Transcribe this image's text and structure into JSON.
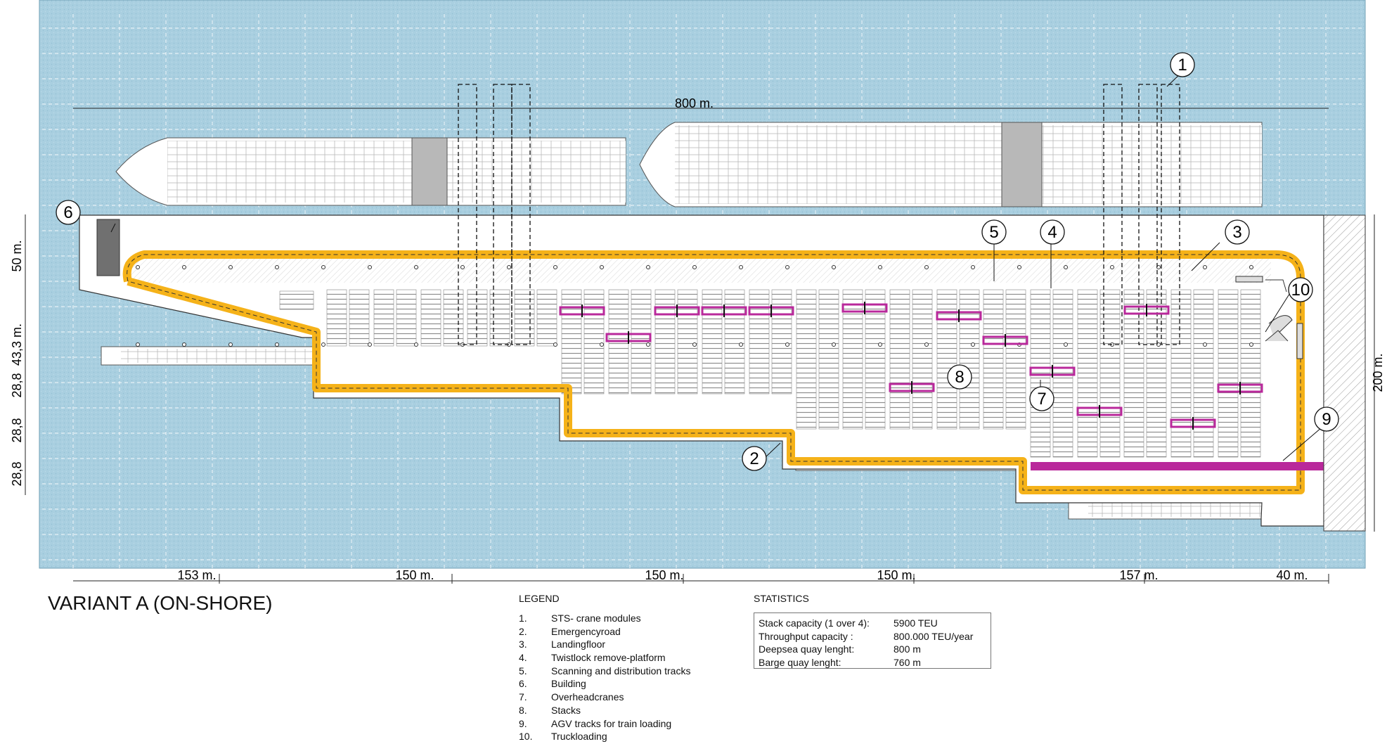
{
  "title": "VARIANT A (ON-SHORE)",
  "total_length_label": "800 m.",
  "bottom_dimensions": [
    "153 m.",
    "150 m.",
    "150 m.",
    "150 m.",
    "157 m.",
    "40 m."
  ],
  "left_dimensions": [
    "50 m.",
    "43,3 m.",
    "28,8",
    "28,8",
    "28,8"
  ],
  "right_dimension": "200 m.",
  "callouts": [
    "1",
    "2",
    "3",
    "4",
    "5",
    "6",
    "7",
    "8",
    "9",
    "10"
  ],
  "legend": {
    "heading": "LEGEND",
    "items": [
      {
        "num": "1.",
        "text": "STS- crane modules"
      },
      {
        "num": "2.",
        "text": "Emergencyroad"
      },
      {
        "num": "3.",
        "text": "Landingfloor"
      },
      {
        "num": "4.",
        "text": "Twistlock remove-platform"
      },
      {
        "num": "5.",
        "text": "Scanning and distribution tracks"
      },
      {
        "num": "6.",
        "text": "Building"
      },
      {
        "num": "7.",
        "text": "Overheadcranes"
      },
      {
        "num": "8.",
        "text": "Stacks"
      },
      {
        "num": "9.",
        "text": "AGV tracks for train loading"
      },
      {
        "num": "10.",
        "text": "Truckloading"
      }
    ]
  },
  "statistics": {
    "heading": "STATISTICS",
    "rows": [
      {
        "label": "Stack capacity (1 over 4):",
        "value": "5900 TEU"
      },
      {
        "label": "Throughput capacity :",
        "value": "800.000 TEU/year"
      },
      {
        "label": "Deepsea quay lenght:",
        "value": "800 m"
      },
      {
        "label": "Barge quay lenght:",
        "value": "760 m"
      }
    ]
  },
  "colors": {
    "water": "#a9cfe0",
    "emergency_road": "#f5b219",
    "overhead_crane": "#b9289b",
    "building": "#707070"
  }
}
